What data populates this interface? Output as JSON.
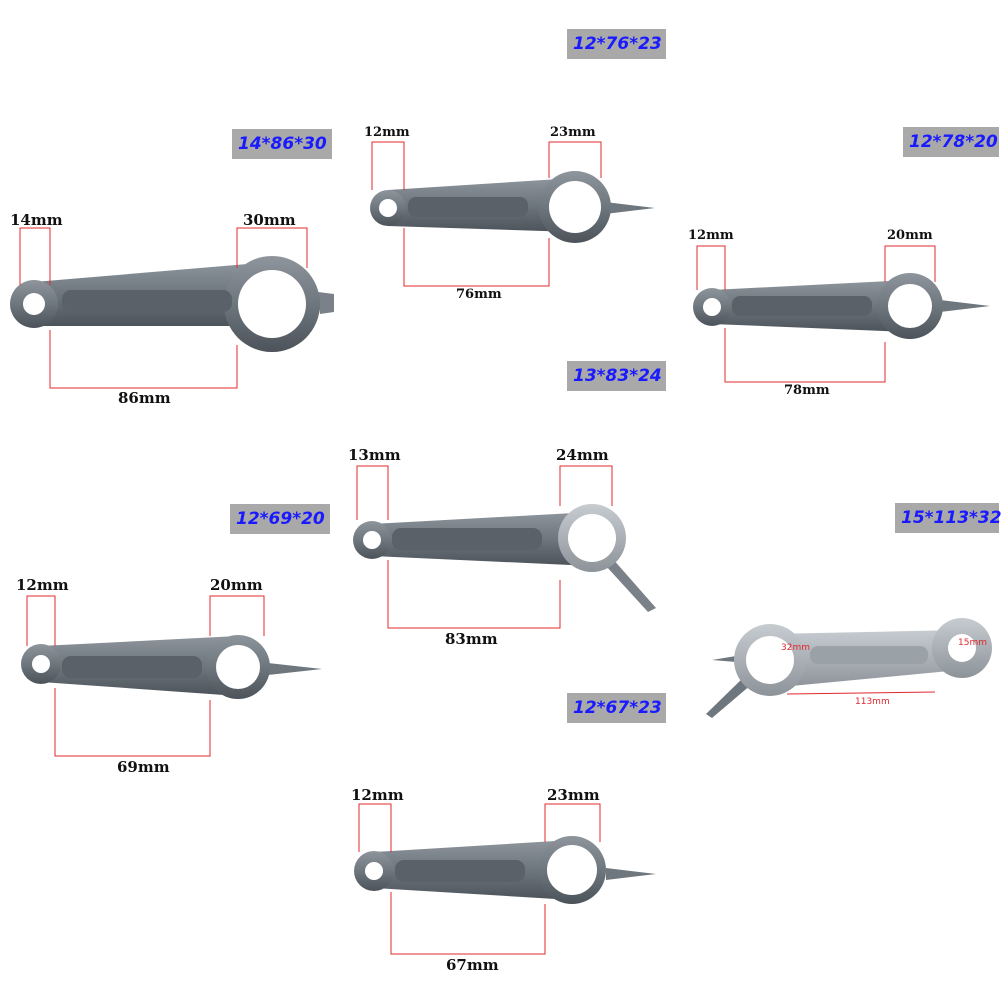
{
  "badge_colors": {
    "background": "#a9a9a9",
    "text": "#1a1aff"
  },
  "guide_color": "#e0282e",
  "rods": [
    {
      "badge": "14*86*30",
      "small_end": "14mm",
      "big_end": "30mm",
      "length": "86mm"
    },
    {
      "badge": "12*76*23",
      "small_end": "12mm",
      "big_end": "23mm",
      "length": "76mm"
    },
    {
      "badge": "12*78*20",
      "small_end": "12mm",
      "big_end": "20mm",
      "length": "78mm"
    },
    {
      "badge": "13*83*24",
      "small_end": "13mm",
      "big_end": "24mm",
      "length": "83mm"
    },
    {
      "badge": "12*69*20",
      "small_end": "12mm",
      "big_end": "20mm",
      "length": "69mm"
    },
    {
      "badge": "15*113*32",
      "small_end": "15mm",
      "big_end": "32mm",
      "length": "113mm"
    },
    {
      "badge": "12*67*23",
      "small_end": "12mm",
      "big_end": "23mm",
      "length": "67mm"
    }
  ]
}
